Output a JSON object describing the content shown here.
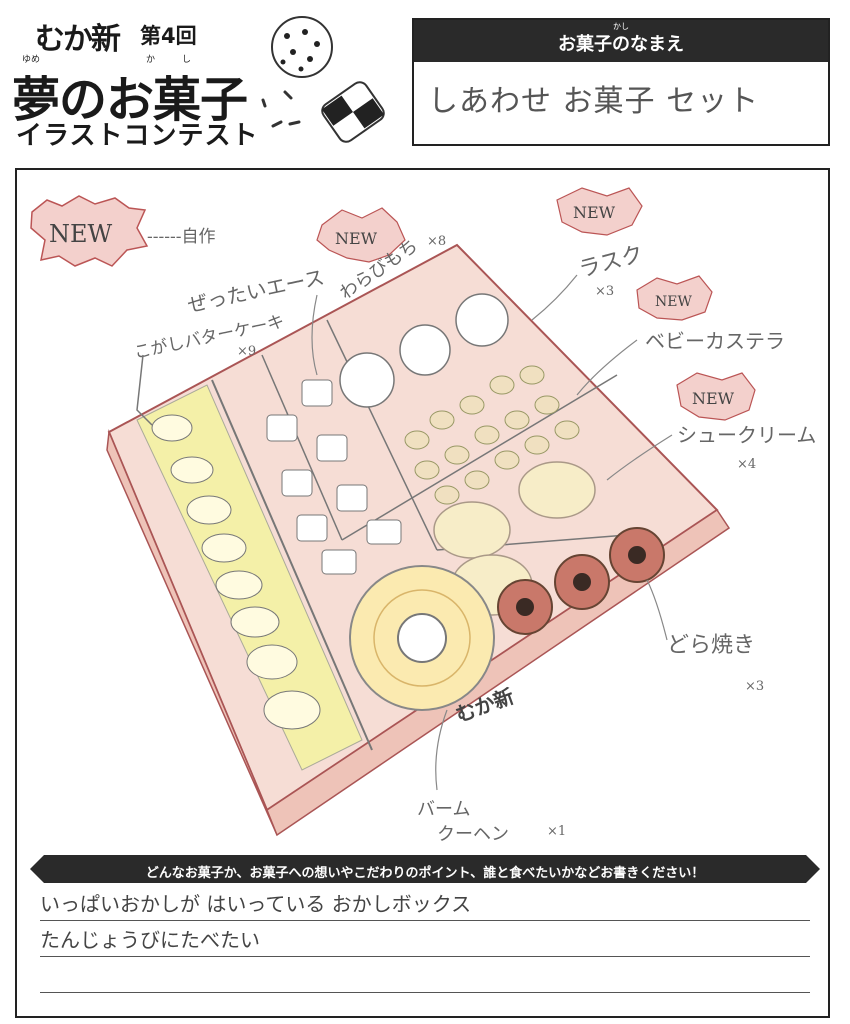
{
  "header": {
    "brand": "むか新",
    "edition": "第4回",
    "title": "夢のお菓子",
    "title_ruby_yume": "ゆめ",
    "title_ruby_ka": "か",
    "title_ruby_shi": "し",
    "subtitle": "イラストコンテスト"
  },
  "name_box": {
    "label": "お菓子のなまえ",
    "label_ruby": "かし",
    "value": "しあわせ お菓子 セット"
  },
  "drawing": {
    "new_badge": "NEW",
    "self_made_note": "------自作",
    "labels": {
      "zettai_ace": "ぜったいエース",
      "kogashi_butter_cake": "こがしバターケーキ",
      "kogashi_count": "×9",
      "warabi_mochi": "わらびもち",
      "warabi_count": "×8",
      "rusk": "ラスク",
      "rusk_count": "×3",
      "baby_castella": "ベビーカステラ",
      "choux_cream": "シュークリーム",
      "choux_count": "×4",
      "dorayaki": "どら焼き",
      "dorayaki_count": "×3",
      "baumkuchen_line1": "バーム",
      "baumkuchen_line2": "クーヘン",
      "baumkuchen_count": "×1",
      "box_logo": "むか新"
    }
  },
  "comment": {
    "prompt": "どんなお菓子か、お菓子への想いやこだわりのポイント、誰と食べたいかなどお書きください！",
    "lines": [
      "いっぱいおかしが はいっている おかしボックス",
      "たんじょうびにたべたい"
    ]
  }
}
